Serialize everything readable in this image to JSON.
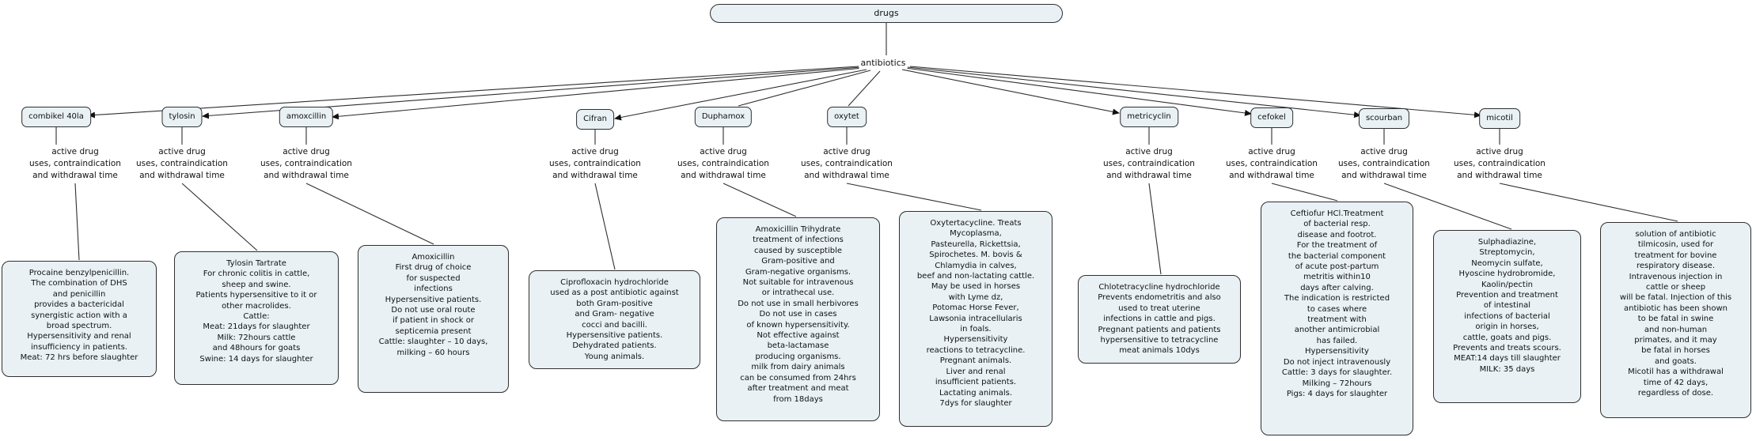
{
  "root": {
    "label": "drugs"
  },
  "hub": {
    "label": "antibiotics"
  },
  "colors": {
    "node_fill": "#e9f1f4",
    "border": "#2f2f2f",
    "background": "#ffffff"
  },
  "columns": [
    {
      "drug": "combikel 40la",
      "link": "active drug\nuses, contraindication\nand withdrawal time",
      "details": "Procaine benzylpenicillin.\nThe combination of DHS\nand penicillin\nprovides a bactericidal\nsynergistic action with a\nbroad spectrum.\nHypersensitivity and renal\ninsufficiency in patients.\nMeat: 72 hrs before slaughter"
    },
    {
      "drug": "tylosin",
      "link": "active drug\nuses, contraindication\nand withdrawal time",
      "details": "Tylosin Tartrate\nFor chronic colitis in cattle,\nsheep and swine.\nPatients hypersensitive to it or\nother macrolides.\nCattle:\nMeat: 21days for slaughter\nMilk: 72hours cattle\nand 48hours for goats\nSwine: 14 days for slaughter"
    },
    {
      "drug": "amoxcillin",
      "link": "active drug\nuses, contraindication\nand withdrawal time",
      "details": "Amoxicillin\nFirst drug of choice\nfor suspected\ninfections\nHypersensitive patients.\nDo not use oral route\nif patient in shock or\nsepticemia present\nCattle: slaughter – 10 days,\nmilking – 60 hours"
    },
    {
      "drug": "Cifran",
      "link": "active drug\nuses, contraindication\nand withdrawal time",
      "details": "Ciprofloxacin hydrochloride\nused as a post antibiotic against\nboth Gram-positive\nand Gram- negative\ncocci and bacilli.\nHypersensitive patients.\nDehydrated patients.\nYoung animals."
    },
    {
      "drug": "Duphamox",
      "link": "active drug\nuses, contraindication\nand withdrawal time",
      "details": "Amoxicillin Trihydrate\ntreatment of infections\ncaused by susceptible\nGram-positive and\nGram-negative organisms.\nNot suitable for intravenous\nor intrathecal use.\nDo not use in small herbivores\nDo not use in cases\nof known hypersensitivity.\nNot effective against\nbeta-lactamase\nproducing organisms.\nmilk from dairy animals\ncan be consumed from 24hrs\nafter treatment and meat\nfrom 18days"
    },
    {
      "drug": "oxytet",
      "link": "active drug\nuses, contraindication\nand withdrawal time",
      "details": "Oxytertacycline. Treats\nMycoplasma,\nPasteurella, Rickettsia,\nSpirochetes. M. bovis &\nChlamydia in calves,\nbeef and non-lactating cattle.\nMay be used in horses\nwith Lyme dz,\nPotomac Horse Fever,\nLawsonia intracellularis\nin foals.\nHypersensitivity\nreactions to tetracycline.\nPregnant animals.\nLiver and renal\ninsufficient patients.\nLactating animals.\n7dys for slaughter"
    },
    {
      "drug": "metricyclin",
      "link": "active drug\nuses, contraindication\nand withdrawal time",
      "details": "Chlotetracycline hydrochloride\nPrevents endometritis and also\nused to treat uterine\ninfections in cattle and pigs.\nPregnant patients and patients\nhypersensitive to tetracycline\nmeat animals 10dys"
    },
    {
      "drug": "cefokel",
      "link": "active drug\nuses, contraindication\nand withdrawal time",
      "details": "Ceftiofur HCl.Treatment\nof bacterial resp.\ndisease and footrot.\nFor the treatment of\nthe bacterial component\nof acute post-partum\nmetritis within10\ndays after calving.\nThe indication is restricted\nto cases where\ntreatment with\nanother antimicrobial\nhas failed.\nHypersensitivity\nDo not inject intravenously\nCattle: 3 days for slaughter.\nMilking – 72hours\nPigs: 4 days for slaughter"
    },
    {
      "drug": "scourban",
      "link": "active drug\nuses, contraindication\nand withdrawal time",
      "details": "Sulphadiazine,\nStreptomycin,\nNeomycin sulfate,\nHyoscine hydrobromide,\nKaolin/pectin\nPrevention and treatment\nof intestinal\ninfections of bacterial\norigin in horses,\ncattle, goats and pigs.\nPrevents and treats scours.\nMEAT:14 days till slaughter\nMILK: 35 days"
    },
    {
      "drug": "micotil",
      "link": "active drug\nuses, contraindication\nand withdrawal time",
      "details": "solution of antibiotic\ntilmicosin, used for\ntreatment for bovine\nrespiratory disease.\nIntravenous injection in\ncattle or sheep\nwill be fatal. Injection of this\nantibiotic has been shown\nto be fatal in swine\nand non-human\nprimates, and it may\nbe fatal in horses\nand goats.\nMicotil has a withdrawal\ntime of 42 days,\nregardless of dose."
    }
  ]
}
